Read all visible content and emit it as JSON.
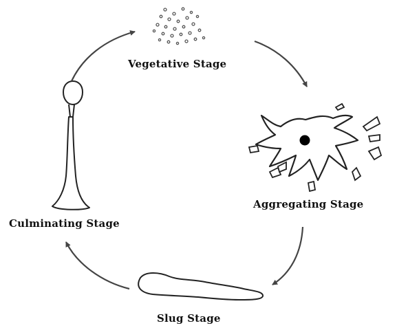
{
  "diagram": {
    "stages": [
      {
        "id": "vegetative",
        "label": "Vegetative Stage"
      },
      {
        "id": "aggregating",
        "label": "Aggregating Stage"
      },
      {
        "id": "slug",
        "label": "Slug Stage"
      },
      {
        "id": "culminating",
        "label": "Culminating Stage"
      }
    ],
    "colors": {
      "ink": "#111111",
      "arrow": "#444444",
      "dot": "#000000"
    }
  }
}
